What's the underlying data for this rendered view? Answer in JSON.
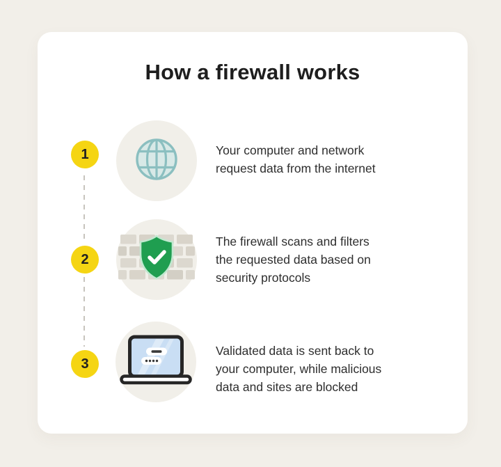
{
  "title": "How a firewall works",
  "colors": {
    "page_background": "#f2efe9",
    "card_background": "#ffffff",
    "badge_yellow": "#f5d513",
    "badge_number": "#212121",
    "icon_circle_bg": "#f1efe9",
    "dashed_line": "#c7c4bd",
    "globe_stroke": "#8bbfc0",
    "globe_fill": "#d8e9e7",
    "shield_green": "#1f9e50",
    "shield_outline": "#c2e8d0",
    "brick": "#dcd8cf",
    "brick_dark": "#d3cfc5",
    "laptop_outline": "#262626",
    "laptop_screen": "#c9def4",
    "title_text": "#1e1e1e",
    "body_text": "#2e2e2e"
  },
  "steps": [
    {
      "number": "1",
      "icon": "globe-icon",
      "lines": [
        "Your computer and network",
        "request data from the internet"
      ]
    },
    {
      "number": "2",
      "icon": "firewall-shield-icon",
      "lines": [
        "The firewall scans and filters",
        "the requested data based on",
        "security protocols"
      ]
    },
    {
      "number": "3",
      "icon": "laptop-icon",
      "lines": [
        "Validated data is sent back to",
        "your computer, while malicious",
        "data and sites are blocked"
      ]
    }
  ]
}
